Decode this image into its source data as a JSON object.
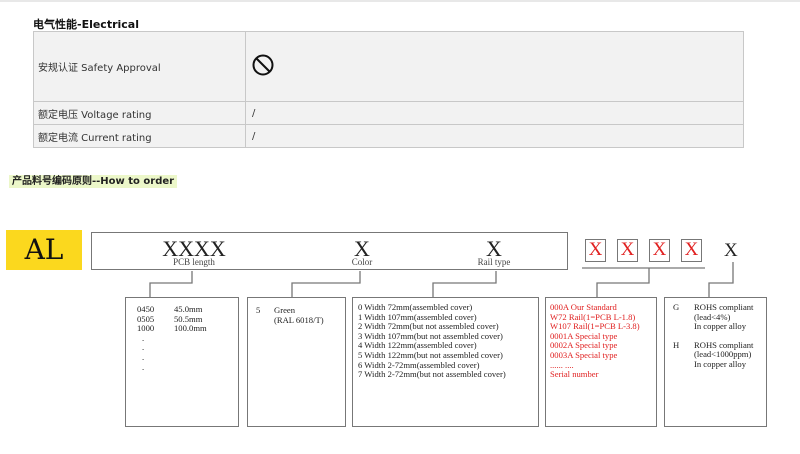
{
  "electrical": {
    "title": "电气性能-Electrical",
    "rows": [
      {
        "label": "安规认证 Safety Approval",
        "value": "",
        "icon": "no-approval-icon"
      },
      {
        "label": "额定电压 Voltage rating",
        "value": "/"
      },
      {
        "label": "额定电流 Current rating",
        "value": "/"
      }
    ]
  },
  "order": {
    "title": "产品料号编码原则--How to order",
    "prefix": "AL",
    "code": {
      "length": {
        "code": "XXXX",
        "sub": "PCB length"
      },
      "color": {
        "code": "X",
        "sub": "Color"
      },
      "rail": {
        "code": "X",
        "sub": "Rail type"
      },
      "red_codes": [
        "X",
        "X",
        "X",
        "X"
      ],
      "rohs": {
        "code": "X"
      }
    },
    "length_options": [
      {
        "code": "0450",
        "value": "45.0mm"
      },
      {
        "code": "0505",
        "value": "50.5mm"
      },
      {
        "code": "1000",
        "value": "100.0mm"
      }
    ],
    "length_dots": [
      ".",
      ".",
      ".",
      "."
    ],
    "color_option": {
      "code": "5",
      "line1": "Green",
      "line2": "(RAL 6018/T)"
    },
    "rail_options": [
      "0 Width 72mm(assembled cover)",
      "1 Width 107mm(assembled cover)",
      "2 Width 72mm(but not assembled cover)",
      "3 Width 107mm(but not assembled cover)",
      "4 Width 122mm(assembled cover)",
      "5 Width 122mm(but not assembled cover)",
      "6 Width 2-72mm(assembled cover)",
      "7 Width 2-72mm(but not assembled cover)"
    ],
    "serial_options": [
      "000A  Our Standard",
      "W72 Rail(1=PCB L-1.8)",
      "W107 Rail(1=PCB L-3.8)",
      "0001A  Special type",
      "0002A  Special type",
      "0003A  Special type",
      "......          ....",
      "Serial number"
    ],
    "rohs_options": [
      {
        "code": "G",
        "line1": "ROHS compliant",
        "line2": "(lead<4%)",
        "line3": "In copper alloy"
      },
      {
        "code": "H",
        "line1": "ROHS compliant",
        "line2": "(lead<1000ppm)",
        "line3": "In copper alloy"
      }
    ]
  },
  "colors": {
    "accent_yellow": "#fbd81e",
    "code_red": "#e12020",
    "highlight": "#ecf7c9"
  }
}
